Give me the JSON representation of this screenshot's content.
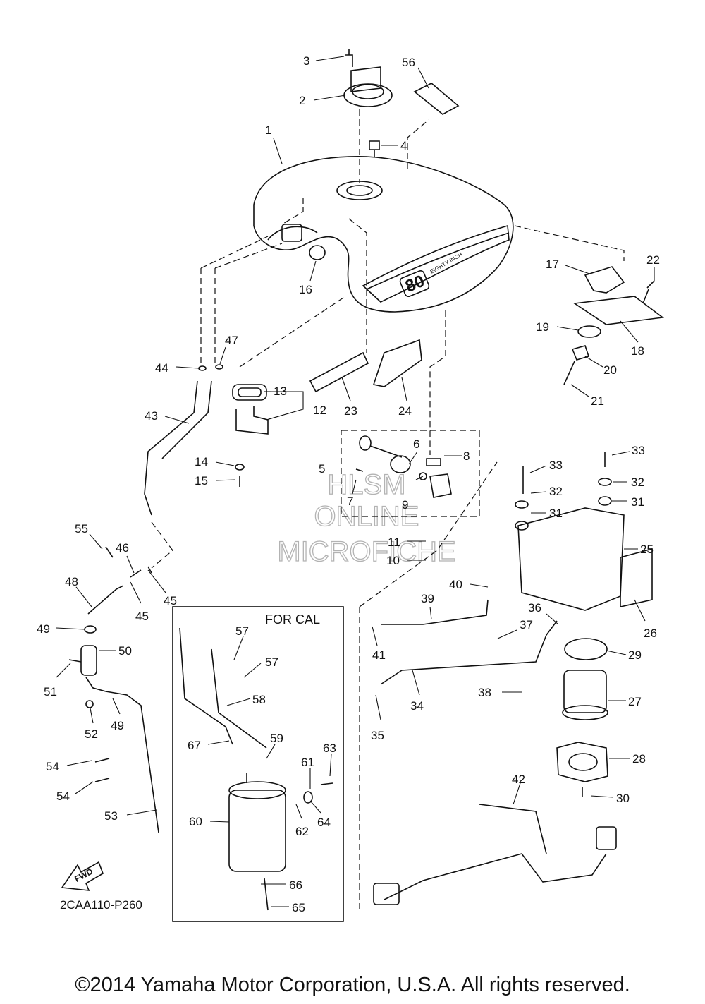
{
  "diagram": {
    "code": "2CAA110-P260",
    "variant_box_label": "FOR CAL",
    "fwd_label": "FWD",
    "tank_badge": "80",
    "tank_graphic_text": "EIGHTY INCH",
    "watermark": [
      "HLSM",
      "ONLINE",
      "MICROFICHE"
    ],
    "parts": [
      "1",
      "2",
      "3",
      "4",
      "5",
      "6",
      "7",
      "8",
      "9",
      "10",
      "11",
      "12",
      "13",
      "14",
      "15",
      "16",
      "17",
      "18",
      "19",
      "20",
      "21",
      "22",
      "23",
      "24",
      "25",
      "26",
      "27",
      "28",
      "29",
      "30",
      "31",
      "32",
      "33",
      "34",
      "35",
      "36",
      "37",
      "38",
      "39",
      "40",
      "41",
      "42",
      "43",
      "44",
      "45",
      "46",
      "47",
      "48",
      "49",
      "50",
      "51",
      "52",
      "53",
      "54",
      "55",
      "56",
      "57",
      "58",
      "59",
      "60",
      "61",
      "62",
      "63",
      "64",
      "65",
      "66",
      "67"
    ]
  },
  "footer": {
    "copyright": "©2014 Yamaha Motor Corporation, U.S.A. All rights reserved."
  }
}
